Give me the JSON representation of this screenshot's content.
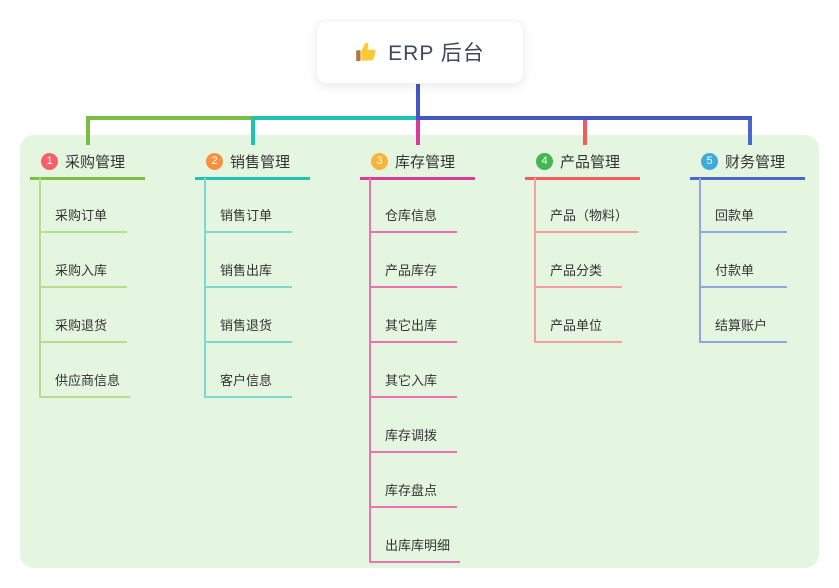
{
  "root": {
    "label": "ERP 后台",
    "icon": "thumbs-up-icon"
  },
  "panel_color": "#e5f6e0",
  "connector_color": "#4456c4",
  "branches": [
    {
      "num": "1",
      "label": "采购管理",
      "badge_color": "#f5606b",
      "line_color": "#7cbe44",
      "child_line_color": "#b9dc8c",
      "children": [
        "采购订单",
        "采购入库",
        "采购退货",
        "供应商信息"
      ]
    },
    {
      "num": "2",
      "label": "销售管理",
      "badge_color": "#f8923f",
      "line_color": "#1ec3b4",
      "child_line_color": "#7fd8cf",
      "children": [
        "销售订单",
        "销售出库",
        "销售退货",
        "客户信息"
      ]
    },
    {
      "num": "3",
      "label": "库存管理",
      "badge_color": "#f9b53b",
      "line_color": "#da3b97",
      "child_line_color": "#ee71b4",
      "children": [
        "仓库信息",
        "产品库存",
        "其它出库",
        "其它入库",
        "库存调拨",
        "库存盘点",
        "出库库明细"
      ]
    },
    {
      "num": "4",
      "label": "产品管理",
      "badge_color": "#43b64e",
      "line_color": "#f45b5b",
      "child_line_color": "#f79e9e",
      "children": [
        "产品（物料）",
        "产品分类",
        "产品单位"
      ]
    },
    {
      "num": "5",
      "label": "财务管理",
      "badge_color": "#3dabe0",
      "line_color": "#4a68cc",
      "child_line_color": "#8fa6e2",
      "children": [
        "回款单",
        "付款单",
        "结算账户"
      ]
    }
  ]
}
